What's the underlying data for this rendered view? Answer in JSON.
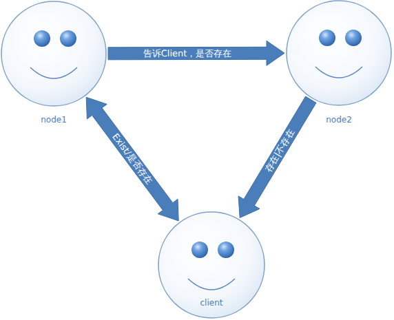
{
  "diagram": {
    "nodes": [
      {
        "text": [
          "node1"
        ]
      },
      {
        "text": [
          "node2"
        ]
      },
      {
        "text": [
          "client"
        ]
      }
    ],
    "edges": [
      {
        "from": 0,
        "to": 1,
        "label": "告诉Client，是否存在",
        "arrow": "to"
      },
      {
        "from": 1,
        "to": 2,
        "label": "存在|不存在",
        "arrow": "to"
      },
      {
        "from": 0,
        "to": 2,
        "label": "Exist/是否存在",
        "arrow": "both"
      }
    ]
  }
}
